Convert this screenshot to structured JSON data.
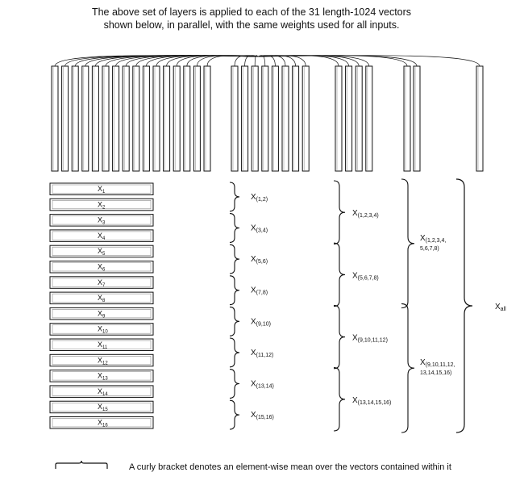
{
  "caption": {
    "line1": "The above set of layers is applied to each of the 31 length-1024 vectors",
    "line2": "shown below, in parallel, with the same weights used for all inputs."
  },
  "inputs": [
    {
      "base": "X",
      "sub": "1"
    },
    {
      "base": "X",
      "sub": "2"
    },
    {
      "base": "X",
      "sub": "3"
    },
    {
      "base": "X",
      "sub": "4"
    },
    {
      "base": "X",
      "sub": "5"
    },
    {
      "base": "X",
      "sub": "6"
    },
    {
      "base": "X",
      "sub": "7"
    },
    {
      "base": "X",
      "sub": "8"
    },
    {
      "base": "X",
      "sub": "9"
    },
    {
      "base": "X",
      "sub": "10"
    },
    {
      "base": "X",
      "sub": "11"
    },
    {
      "base": "X",
      "sub": "12"
    },
    {
      "base": "X",
      "sub": "13"
    },
    {
      "base": "X",
      "sub": "14"
    },
    {
      "base": "X",
      "sub": "15"
    },
    {
      "base": "X",
      "sub": "16"
    }
  ],
  "pair_means": [
    {
      "base": "X",
      "sub": "(1,2)"
    },
    {
      "base": "X",
      "sub": "(3,4)"
    },
    {
      "base": "X",
      "sub": "(5,6)"
    },
    {
      "base": "X",
      "sub": "(7,8)"
    },
    {
      "base": "X",
      "sub": "(9,10)"
    },
    {
      "base": "X",
      "sub": "(11,12)"
    },
    {
      "base": "X",
      "sub": "(13,14)"
    },
    {
      "base": "X",
      "sub": "(15,16)"
    }
  ],
  "quad_means": [
    {
      "base": "X",
      "sub": "(1,2,3,4)"
    },
    {
      "base": "X",
      "sub": "(5,6,7,8)"
    },
    {
      "base": "X",
      "sub": "(9,10,11,12)"
    },
    {
      "base": "X",
      "sub": "(13,14,15,16)"
    }
  ],
  "oct_means": [
    {
      "base": "X",
      "sub": "(1,2,3,4,",
      "sub2": "5,6,7,8)"
    },
    {
      "base": "X",
      "sub": "(9,10,11,12,",
      "sub2": "13,14,15,16)"
    }
  ],
  "all_mean": {
    "base": "X",
    "sub": "all"
  },
  "legend": {
    "text": "A curly bracket denotes an element-wise mean over the vectors contained within it"
  }
}
